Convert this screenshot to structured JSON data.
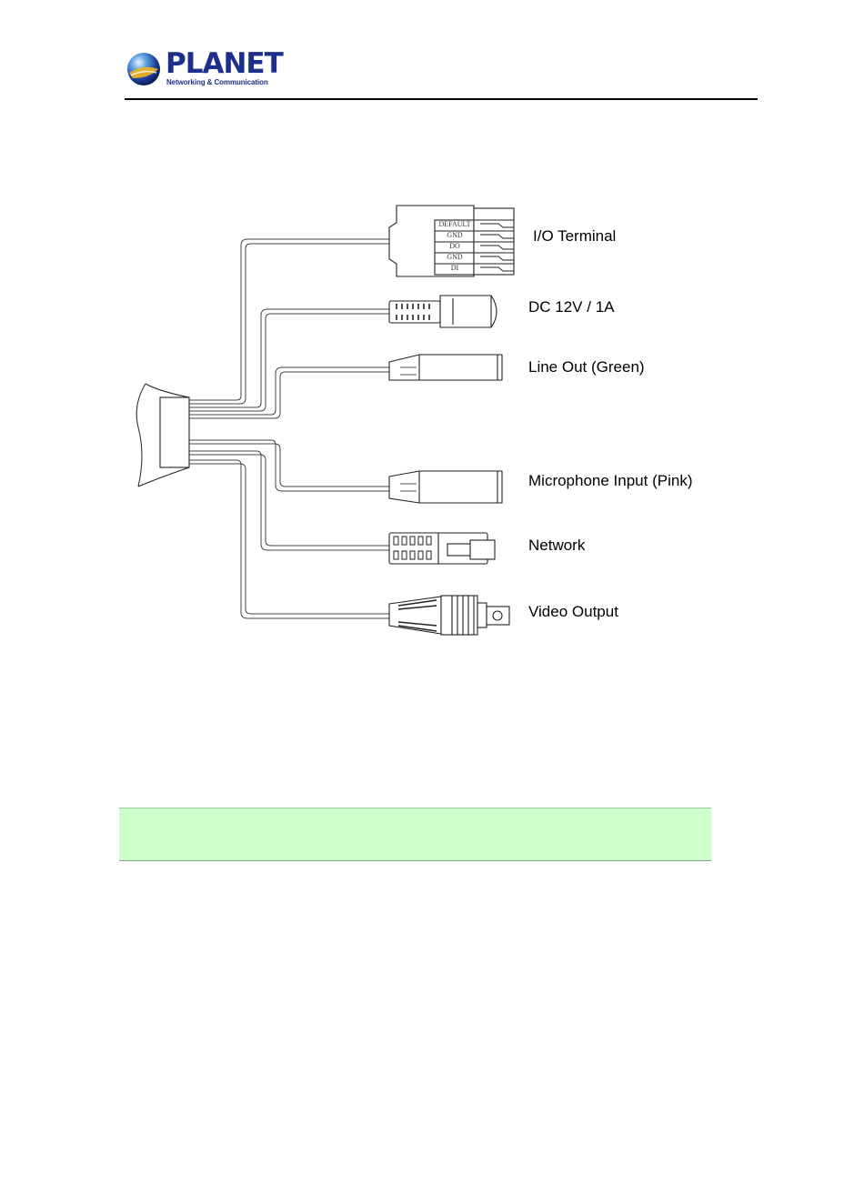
{
  "header": {
    "brand": "PLANET",
    "tagline": "Networking & Communication"
  },
  "diagram": {
    "terminal_pins": [
      "DEFAULT",
      "GND",
      "DO",
      "GND",
      "DI"
    ],
    "connectors": [
      {
        "id": "io",
        "label": "I/O Terminal"
      },
      {
        "id": "dc",
        "label": "DC 12V / 1A"
      },
      {
        "id": "lineout",
        "label": "Line Out (Green)"
      },
      {
        "id": "mic",
        "label": "Microphone Input (Pink)"
      },
      {
        "id": "network",
        "label": "Network"
      },
      {
        "id": "video",
        "label": "Video Output"
      }
    ]
  },
  "note": {
    "text": ""
  },
  "colors": {
    "brand_blue": "#1d2f8c",
    "note_background": "#ccffcc"
  }
}
